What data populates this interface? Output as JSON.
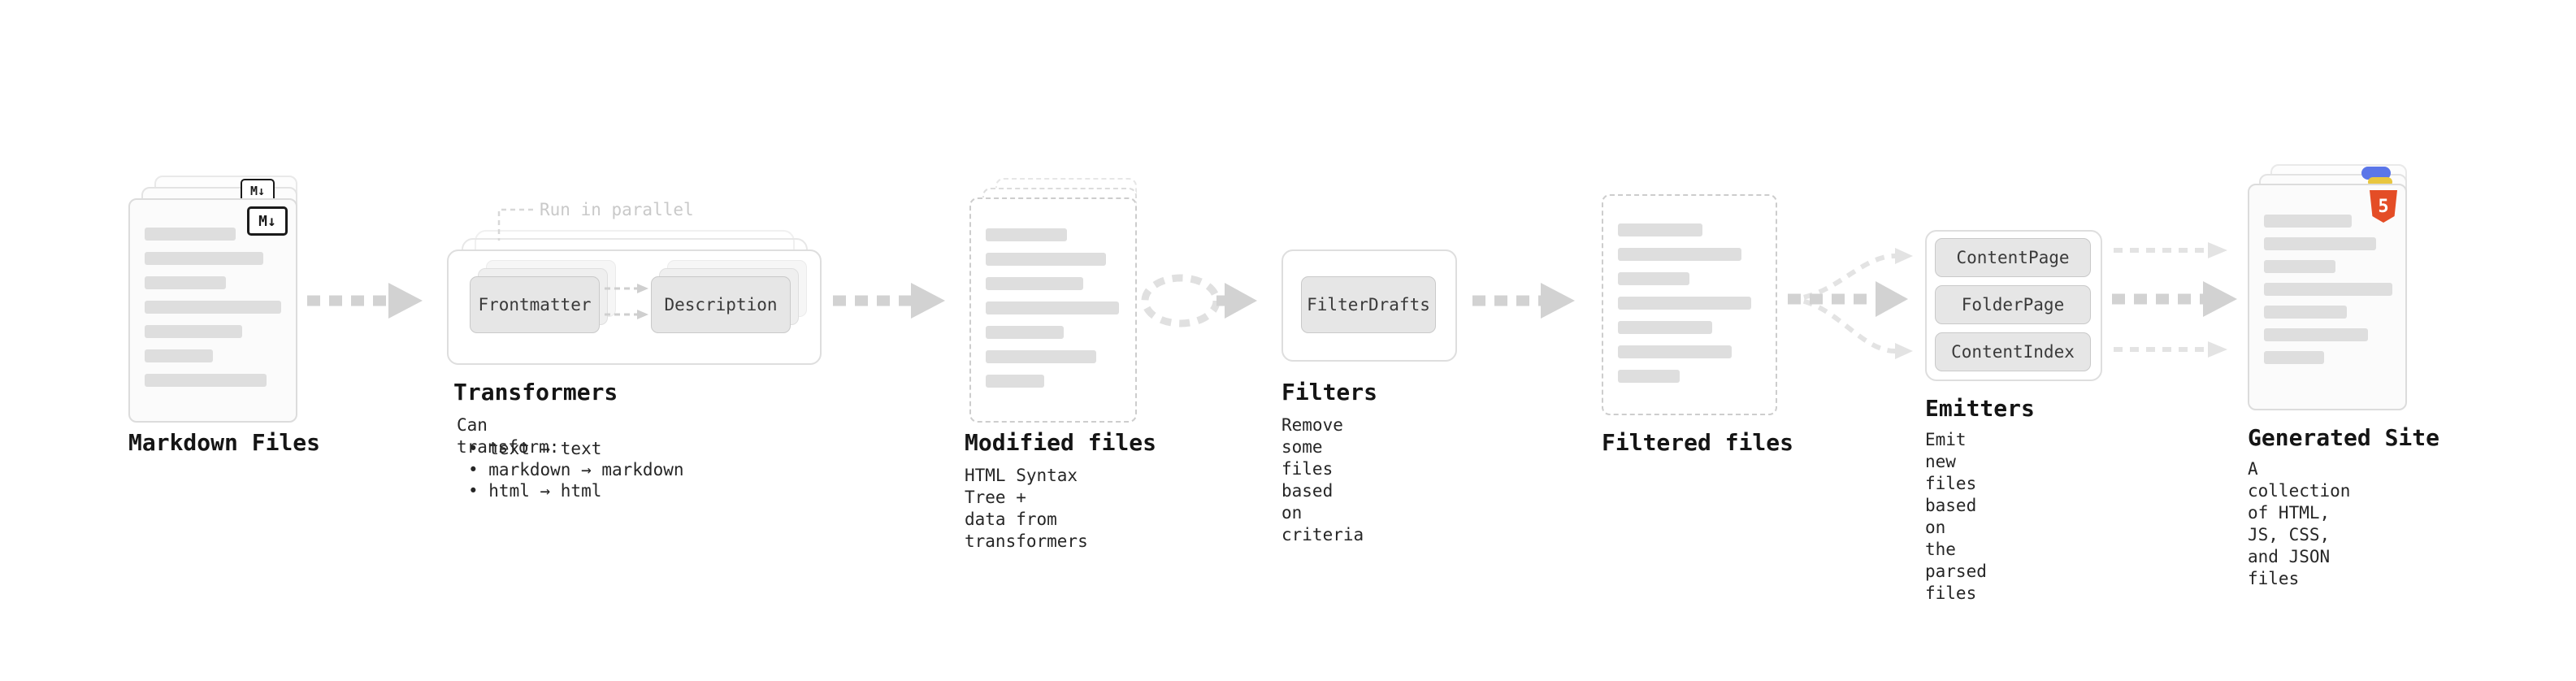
{
  "nodes": {
    "markdown_files": {
      "title": "Markdown Files",
      "badge": "M↓"
    },
    "transformers": {
      "title": "Transformers",
      "annotation": "Run in parallel",
      "box1": "Frontmatter",
      "box2": "Description",
      "caption_heading": "Can transform:",
      "bullets": [
        "• text → text",
        "• markdown → markdown",
        "• html → html"
      ]
    },
    "modified_files": {
      "title": "Modified files",
      "caption": "HTML Syntax Tree +\ndata from transformers"
    },
    "filters": {
      "title": "Filters",
      "box1": "FilterDrafts",
      "caption": "Remove some files based\non criteria"
    },
    "filtered_files": {
      "title": "Filtered files"
    },
    "emitters": {
      "title": "Emitters",
      "box1": "ContentPage",
      "box2": "FolderPage",
      "box3": "ContentIndex",
      "caption": "Emit new files based on\nthe parsed files"
    },
    "generated_site": {
      "title": "Generated Site",
      "badge": "5",
      "caption": "A collection of HTML,\nJS, CSS, and JSON files"
    }
  },
  "colors": {
    "background": "#ffffff",
    "arrow": "#d2d2d2",
    "arrow_light": "#e3e3e3",
    "card_border": "#dcdcdc",
    "placeholder_bar": "#dedede",
    "chip_bg": "#e6e6e6",
    "html5_orange": "#e44d26",
    "badge_blue": "#5b76e8",
    "badge_yellow": "#e8c63f"
  }
}
